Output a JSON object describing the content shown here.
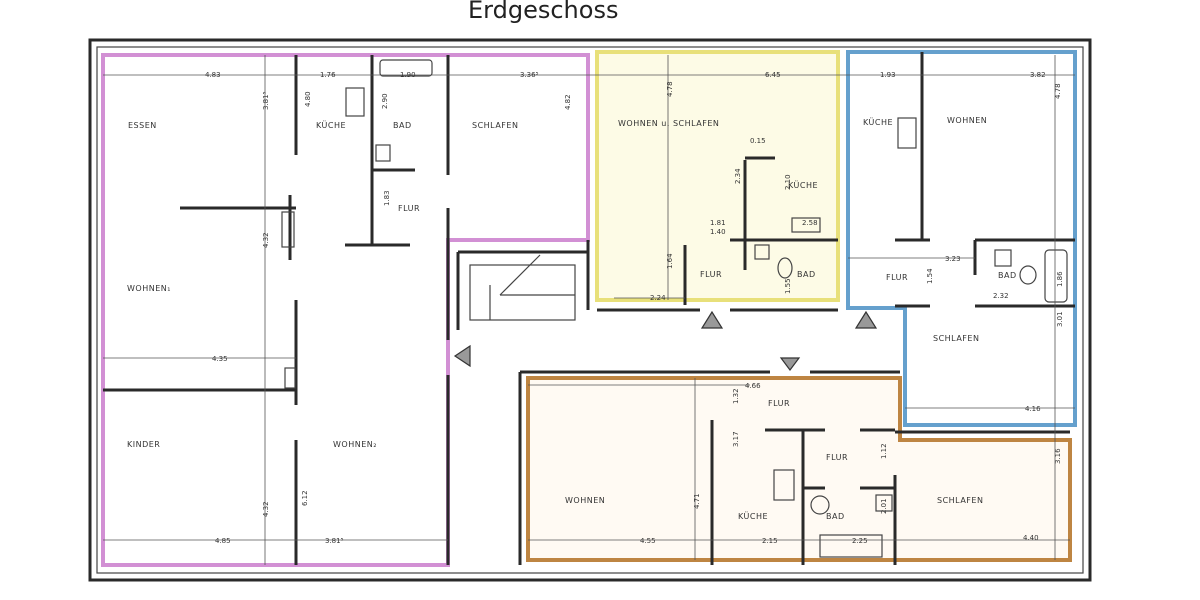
{
  "title": "Erdgeschoss",
  "colors": {
    "unit_left": "#c774c9",
    "unit_top_middle": "#e8e07a",
    "unit_top_right": "#4a8fc4",
    "unit_bottom": "#b8782e",
    "walls": "#2a2a2a"
  },
  "rooms": {
    "essen": "ESSEN",
    "kueche_left": "KÜCHE",
    "bad_left": "BAD",
    "schlafen_left": "SCHLAFEN",
    "flur_left": "FLUR",
    "wohnen1": "WOHNEN₁",
    "kinder": "KINDER",
    "wohnen2": "WOHNEN₂",
    "wohnen_schlafen": "WOHNEN u. SCHLAFEN",
    "kueche_mid": "KÜCHE",
    "flur_mid": "FLUR",
    "bad_mid": "BAD",
    "kueche_right": "KÜCHE",
    "wohnen_right": "WOHNEN",
    "flur_right": "FLUR",
    "bad_right": "BAD",
    "schlafen_right": "SCHLAFEN",
    "flur_bottom_1": "FLUR",
    "flur_bottom_2": "FLUR",
    "wohnen_bottom": "WOHNEN",
    "kueche_bottom": "KÜCHE",
    "bad_bottom": "BAD",
    "schlafen_bottom": "SCHLAFEN"
  },
  "dimensions": {
    "d1": "4.83",
    "d2": "1.76",
    "d3": "1.90",
    "d4": "3.36⁵",
    "d5": "3.81⁵",
    "d6": "4.80",
    "d7": "2.90",
    "d8": "4.82",
    "d9": "1.83",
    "d10": "4.32",
    "d11": "4.35",
    "d12": "4.85",
    "d13": "4.32",
    "d14": "6.12",
    "d15": "3.81⁵",
    "d16": "6.45",
    "d17": "4.78",
    "d18": "0.15",
    "d19": "2.34",
    "d20": "2.10",
    "d21": "1.81",
    "d22": "1.40",
    "d23": "2.58",
    "d24": "1.64",
    "d25": "2.24",
    "d26": "1.55",
    "d27": "1.93",
    "d28": "3.82",
    "d29": "4.78",
    "d30": "3.23",
    "d31": "1.54",
    "d32": "2.32",
    "d33": "1.86",
    "d34": "3.01",
    "d35": "4.16",
    "d36": "4.66",
    "d37": "1.32",
    "d38": "3.17",
    "d39": "4.71",
    "d40": "4.55",
    "d41": "2.15",
    "d42": "2.25",
    "d43": "1.12",
    "d44": "2.01",
    "d45": "3.16",
    "d46": "4.40"
  }
}
